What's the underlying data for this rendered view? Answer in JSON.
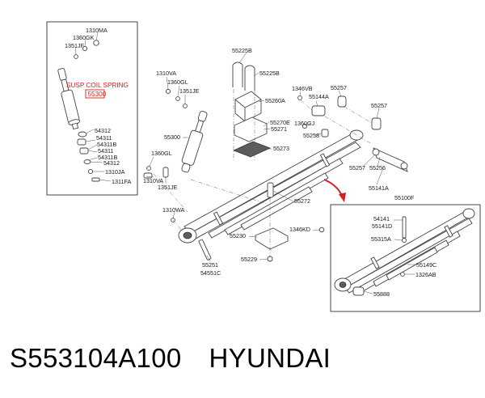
{
  "callouts": {
    "c1310MA": "1310MA",
    "c1360GK": "1360GK",
    "c1351JF": "1351JF",
    "susp_coil_spring": "SUSP COIL SPRING",
    "c55300_highlight": "55300",
    "c54312_a": "54312",
    "c54311": "54311",
    "c54311B": "54311B",
    "c54311_b": "54311",
    "c54311B_b": "54311B",
    "c54312_b": "54312",
    "c1310JA": "1310JA",
    "c1311FA": "1311FA",
    "c1310VA_a": "1310VA",
    "c1360GL_a": "1360GL",
    "c1351JE_a": "1351JE",
    "c55300": "55300",
    "c1360GL_b": "1360GL",
    "c1310VA_b": "1310VA",
    "c1351JE_b": "1351JE",
    "c55225B_a": "55225B",
    "c55225B_b": "55225B",
    "c55260A": "55260A",
    "c55270E": "55270E",
    "c55271": "55271",
    "c55273": "55273",
    "c1346VB": "1346VB",
    "c55144A": "55144A",
    "c55257_a": "55257",
    "c1360GJ": "1360GJ",
    "c55258": "55258",
    "c55257_b": "55257",
    "c55257_c": "55257",
    "c55256": "55256",
    "c55141A": "55141A",
    "c55100F": "55100F",
    "c55272": "55272",
    "c1310WA": "1310WA",
    "c55230": "55230",
    "c1346KD": "1346KD",
    "c55229": "55229",
    "c55251": "55251",
    "c54551C": "54551C",
    "c54141": "54141",
    "c55141D": "55141D",
    "c55315A": "55315A",
    "c55149C": "55149C",
    "c1326AB": "1326AB",
    "c55888": "55888"
  },
  "caption": {
    "part_number": "S553104A100",
    "brand": "HYUNDAI"
  },
  "colors": {
    "highlight": "#d61e1e",
    "line": "#444444",
    "text": "#1a1a1a"
  }
}
